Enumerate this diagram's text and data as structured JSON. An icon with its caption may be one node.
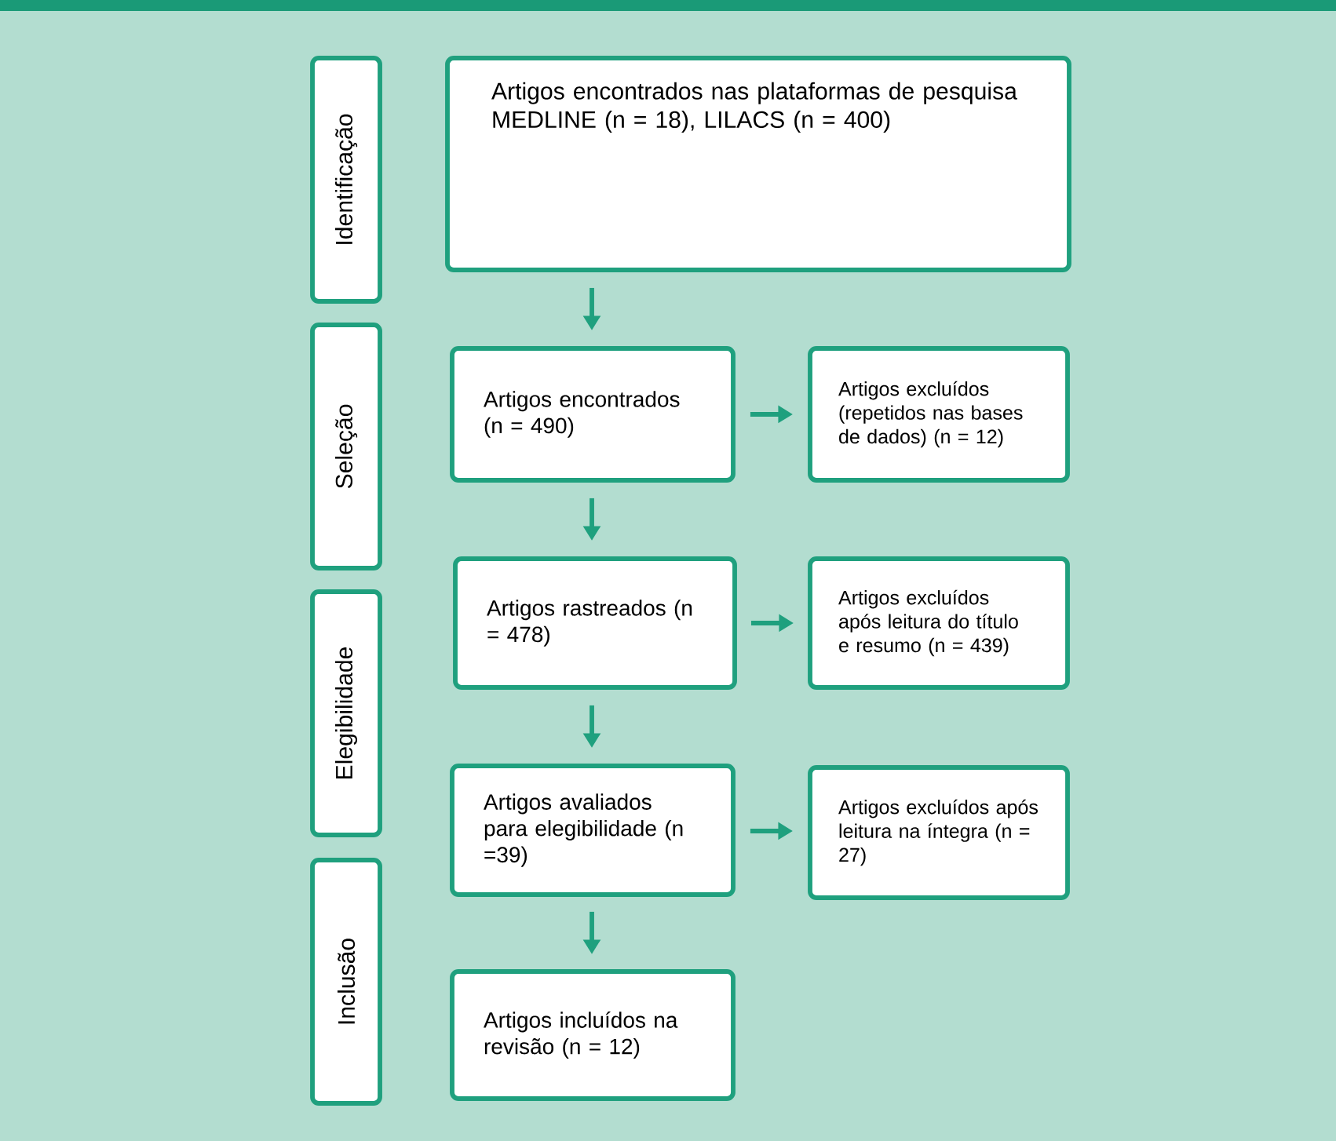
{
  "diagram": {
    "nodes": [
      {
        "text": [
          "Identificação"
        ]
      },
      {
        "text": [
          "Artigos encontrados nas plataformas de pesquisa MEDLINE (n = 18), LILACS (n = 400)"
        ]
      },
      {
        "text": [
          "Seleção"
        ]
      },
      {
        "text": [
          "Artigos encontrados (n = 490)"
        ]
      },
      {
        "text": [
          "Artigos excluídos (repetidos nas bases de dados) (n = 12)"
        ]
      },
      {
        "text": [
          "Elegibilidade"
        ]
      },
      {
        "text": [
          "Artigos rastreados (n = 478)"
        ]
      },
      {
        "text": [
          "Artigos excluídos após leitura do título e resumo (n = 439)"
        ]
      },
      {
        "text": [
          "Artigos avaliados para elegibilidade (n =39)"
        ]
      },
      {
        "text": [
          "Artigos excluídos após leitura na íntegra (n = 27)"
        ]
      },
      {
        "text": [
          "Inclusão"
        ]
      },
      {
        "text": [
          "Artigos incluídos na revisão (n = 12)"
        ]
      }
    ],
    "edges": [
      {
        "from": 1,
        "to": 3,
        "arrow": "to"
      },
      {
        "from": 3,
        "to": 4,
        "arrow": "to"
      },
      {
        "from": 3,
        "to": 6,
        "arrow": "to"
      },
      {
        "from": 6,
        "to": 7,
        "arrow": "to"
      },
      {
        "from": 6,
        "to": 8,
        "arrow": "to"
      },
      {
        "from": 8,
        "to": 9,
        "arrow": "to"
      },
      {
        "from": 8,
        "to": 11,
        "arrow": "to"
      }
    ]
  }
}
